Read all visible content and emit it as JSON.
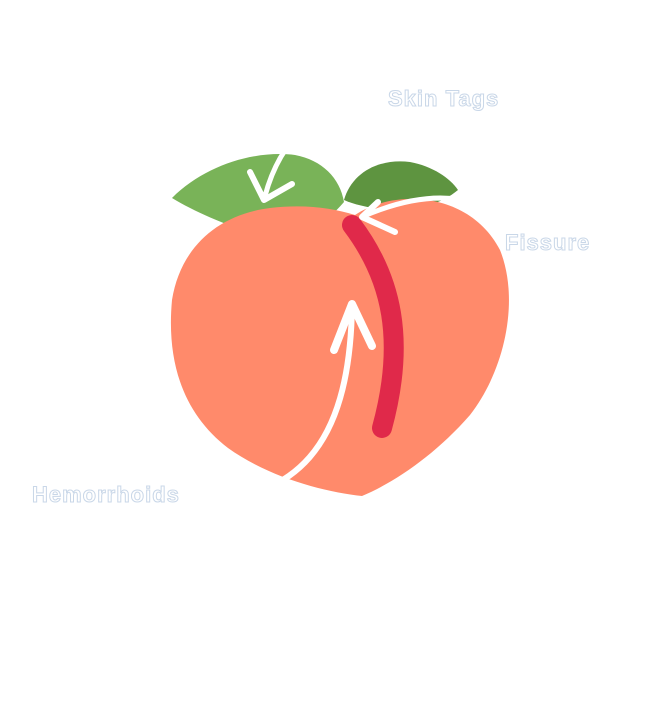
{
  "labels": {
    "skin_tags": "Skin Tags",
    "fissure": "Fissure",
    "hemorrhoids": "Hemorrhoids"
  },
  "colors": {
    "peach": "#ff8a6b",
    "leaf_left": "#79b358",
    "leaf_right": "#5e9440",
    "cleft": "#e0294a",
    "arrow": "#ffffff",
    "label_outline": "#c9d7e8"
  }
}
